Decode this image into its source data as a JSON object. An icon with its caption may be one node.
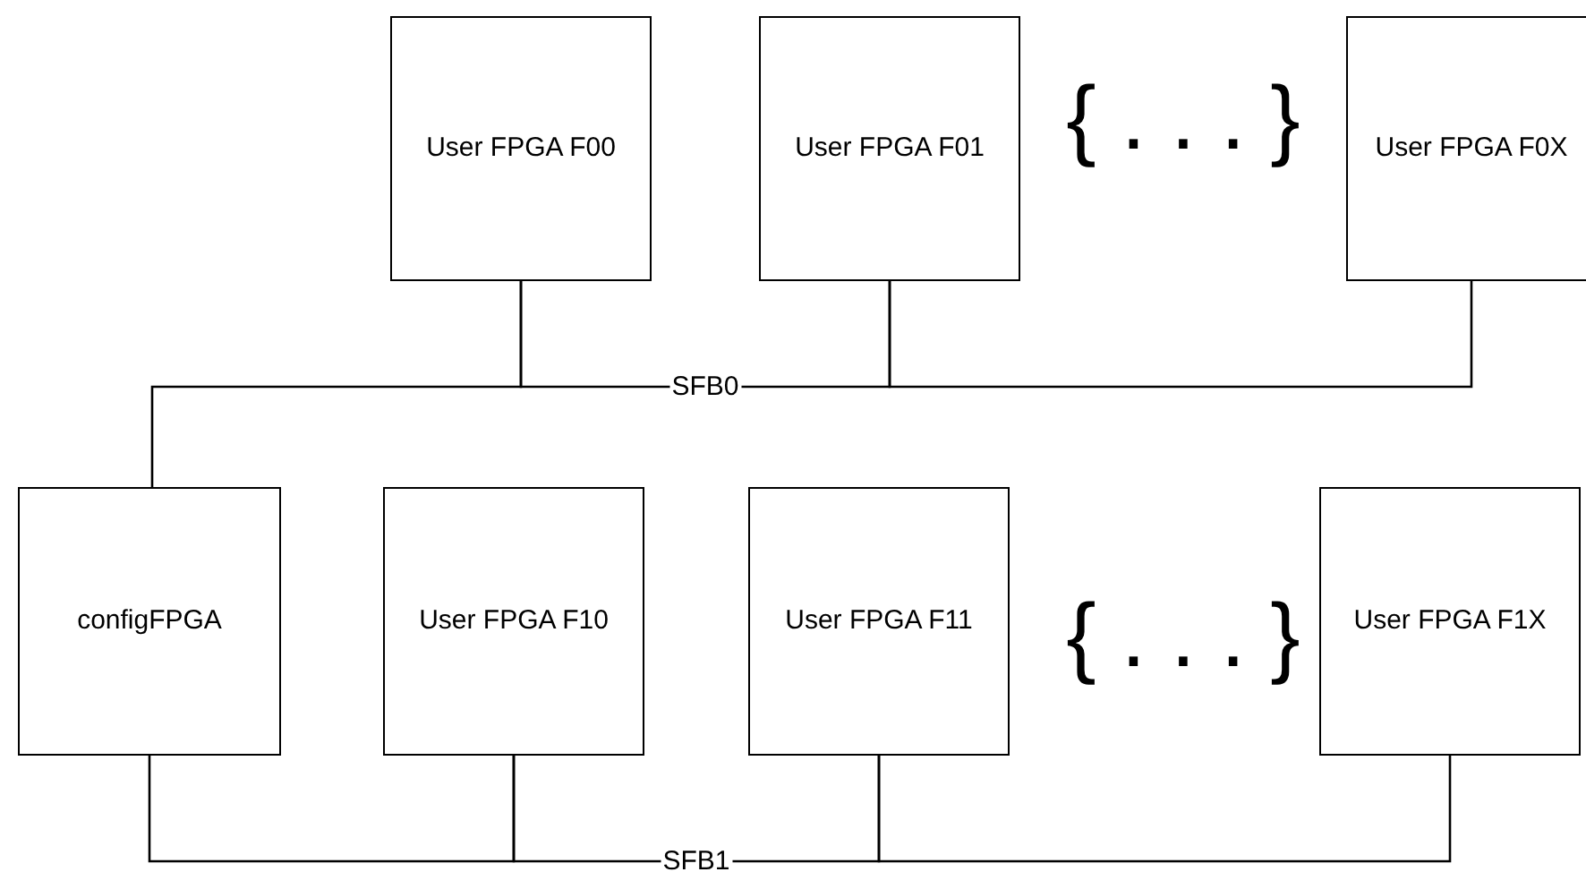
{
  "diagram": {
    "nodes": [
      {
        "text": [
          "User FPGA F00"
        ]
      },
      {
        "text": [
          "User FPGA F01"
        ]
      },
      {
        "text": [
          "User FPGA F0X"
        ]
      },
      {
        "text": [
          "configFPGA"
        ]
      },
      {
        "text": [
          "User FPGA F10"
        ]
      },
      {
        "text": [
          "User FPGA F11"
        ]
      },
      {
        "text": [
          "User FPGA F1X"
        ]
      }
    ],
    "edges": [
      {
        "from": 3,
        "to": 0,
        "arrow": "none"
      },
      {
        "from": 0,
        "to": 1,
        "arrow": "none",
        "label": "SFB0"
      },
      {
        "from": 1,
        "to": 2,
        "arrow": "none"
      },
      {
        "from": 3,
        "to": 4,
        "arrow": "none"
      },
      {
        "from": 4,
        "to": 5,
        "arrow": "none",
        "label": "SFB1"
      },
      {
        "from": 5,
        "to": 6,
        "arrow": "none"
      }
    ],
    "labels": [
      "{ . . . }",
      "{ . . . }"
    ]
  }
}
